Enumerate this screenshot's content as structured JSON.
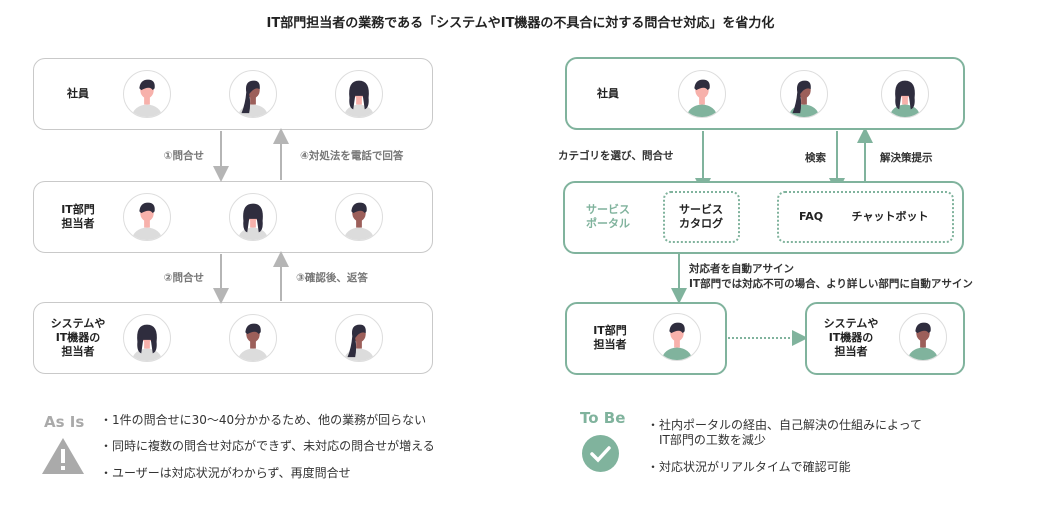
{
  "title": "IT部門担当者の業務である「システムやIT機器の不具合に対する問合せ対応」を省力化",
  "as_is": {
    "rows": [
      {
        "label": "社員"
      },
      {
        "label": "IT部門\n担当者"
      },
      {
        "label": "システムや\nIT機器の\n担当者"
      }
    ],
    "arrows": {
      "a1": "①問合せ",
      "a4": "④対処法を電話で回答",
      "a2": "②問合せ",
      "a3": "③確認後、返答"
    },
    "badge": "As Is",
    "icon": "warning-icon",
    "bullets": [
      "・1件の問合せに30〜40分かかるため、他の業務が回らない",
      "・同時に複数の問合せ対応ができず、未対応の問合せが増える",
      "・ユーザーは対応状況がわからず、再度問合せ"
    ]
  },
  "to_be": {
    "employee_label": "社員",
    "portal_label": "サービス\nポータル",
    "catalog_label": "サービス\nカタログ",
    "faq_label": "FAQ",
    "chatbot_label": "チャットボット",
    "arrow_inquiry": "カテゴリを選び、問合せ",
    "arrow_search": "検索",
    "arrow_solution": "解決策提示",
    "assign_line1": "対応者を自動アサイン",
    "assign_line2": "IT部門では対応不可の場合、より詳しい部門に自動アサイン",
    "it_label": "IT部門\n担当者",
    "sys_label": "システムや\nIT機器の\n担当者",
    "badge": "To Be",
    "icon": "check-circle-icon",
    "bullets": [
      "・社内ポータルの経由、自己解決の仕組みによって\n　IT部門の工数を減少",
      "・対応状況がリアルタイムで確認可能"
    ]
  },
  "colors": {
    "green": "#80b39d",
    "gray": "#aaaaaa"
  }
}
